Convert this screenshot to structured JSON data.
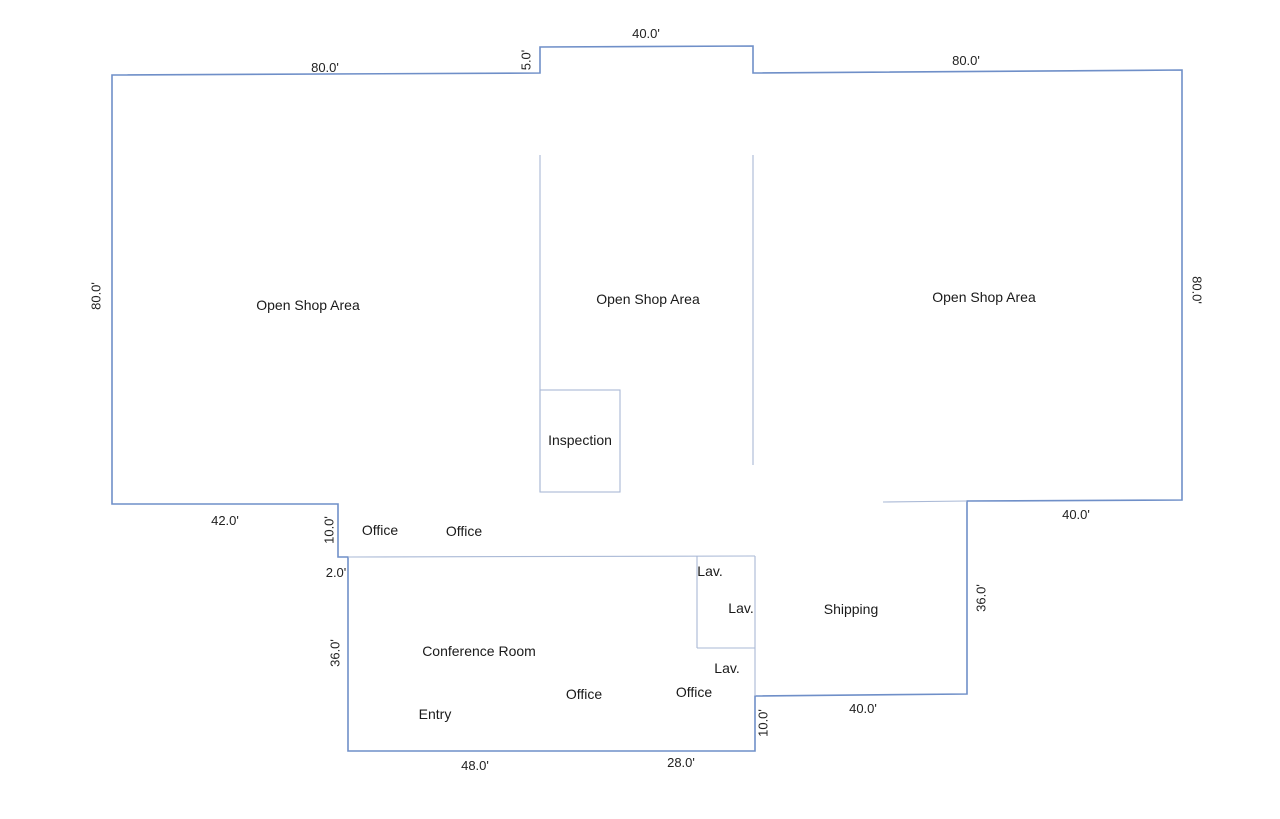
{
  "dimensions": {
    "top_left": "80.0'",
    "top_step": "5.0'",
    "top_center": "40.0'",
    "top_right": "80.0'",
    "left_side": "80.0'",
    "right_side": "80.0'",
    "bottom_left": "42.0'",
    "left_notch": "10.0'",
    "left_jog": "2.0'",
    "left_lower": "36.0'",
    "bottom_a": "48.0'",
    "bottom_b": "28.0'",
    "bottom_step": "10.0'",
    "shipping_bottom": "40.0'",
    "shipping_right": "36.0'",
    "right_bottom": "40.0'"
  },
  "rooms": {
    "shop_left": "Open Shop Area",
    "shop_center": "Open Shop Area",
    "shop_right": "Open Shop Area",
    "inspection": "Inspection",
    "office_1": "Office",
    "office_2": "Office",
    "conference": "Conference Room",
    "entry": "Entry",
    "office_3": "Office",
    "office_4": "Office",
    "lav_1": "Lav.",
    "lav_2": "Lav.",
    "lav_3": "Lav.",
    "shipping": "Shipping"
  }
}
